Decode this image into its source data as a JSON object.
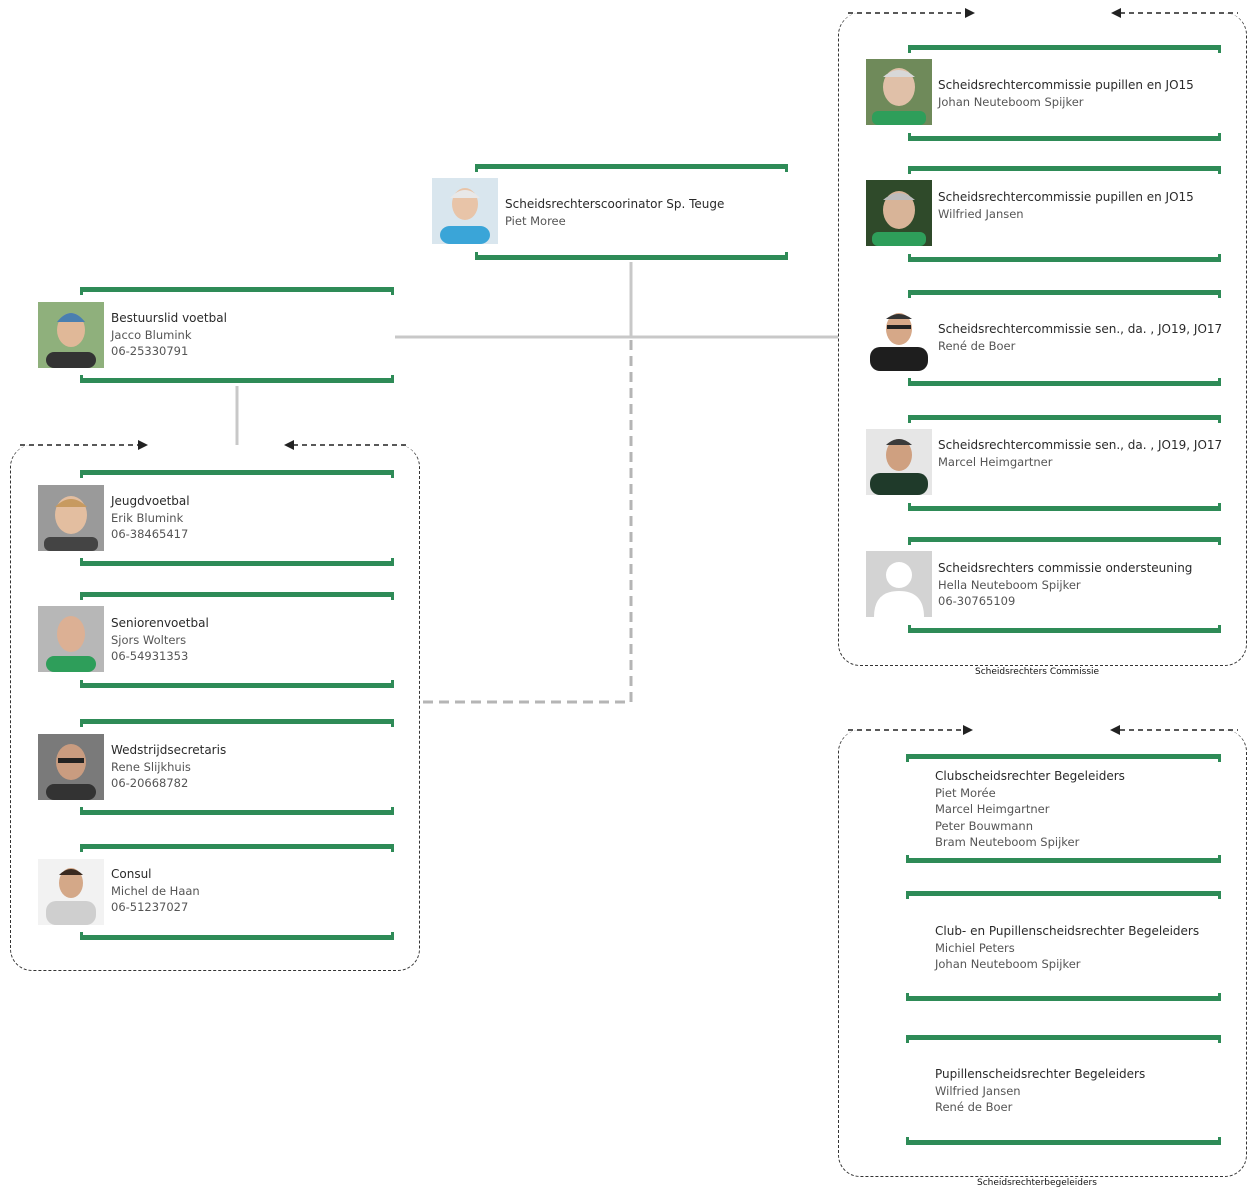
{
  "coordinator": {
    "title": "Scheidsrechterscoorinator Sp. Teuge",
    "name": "Piet Moree",
    "photo_icon": "person-photo"
  },
  "board_member": {
    "title": "Bestuurslid voetbal",
    "name": "Jacco Blumink",
    "phone": "06-25330791"
  },
  "left_group": {
    "cards": [
      {
        "title": "Jeugdvoetbal",
        "name": "Erik Blumink",
        "phone": "06-38465417"
      },
      {
        "title": "Seniorenvoetbal",
        "name": "Sjors Wolters",
        "phone": "06-54931353"
      },
      {
        "title": "Wedstrijdsecretaris",
        "name": "Rene Slijkhuis",
        "phone": "06-20668782"
      },
      {
        "title": "Consul",
        "name": "Michel de Haan",
        "phone": "06-51237027"
      }
    ]
  },
  "commission": {
    "caption": "Scheidsrechters Commissie",
    "cards": [
      {
        "title": "Scheidsrechtercommissie pupillen en JO15",
        "name": "Johan Neuteboom Spijker",
        "phone": ""
      },
      {
        "title": "Scheidsrechtercommissie pupillen en JO15",
        "name": "Wilfried Jansen",
        "phone": ""
      },
      {
        "title": "Scheidsrechtercommissie sen., da. , JO19, JO17",
        "name": "René de Boer",
        "phone": ""
      },
      {
        "title": "Scheidsrechtercommissie sen., da. , JO19, JO17",
        "name": "Marcel Heimgartner",
        "phone": ""
      },
      {
        "title": "Scheidsrechters commissie ondersteuning",
        "name": "Hella Neuteboom Spijker",
        "phone": "06-30765109"
      }
    ]
  },
  "supervisors": {
    "caption": "Scheidsrechterbegeleiders",
    "cards": [
      {
        "title": "Clubscheidsrechter Begeleiders",
        "names": [
          "Piet Morée",
          "Marcel Heimgartner",
          "Peter Bouwmann",
          "Bram Neuteboom Spijker"
        ]
      },
      {
        "title": "Club- en Pupillenscheidsrechter Begeleiders",
        "names": [
          "Michiel Peters",
          "Johan Neuteboom Spijker"
        ]
      },
      {
        "title": "Pupillenscheidsrechter Begeleiders",
        "names": [
          "Wilfried Jansen",
          "René de Boer"
        ]
      }
    ]
  },
  "colors": {
    "accent_green": "#2e8b57",
    "connector_gray": "#c8c8c8",
    "dashed_border": "#333333"
  }
}
